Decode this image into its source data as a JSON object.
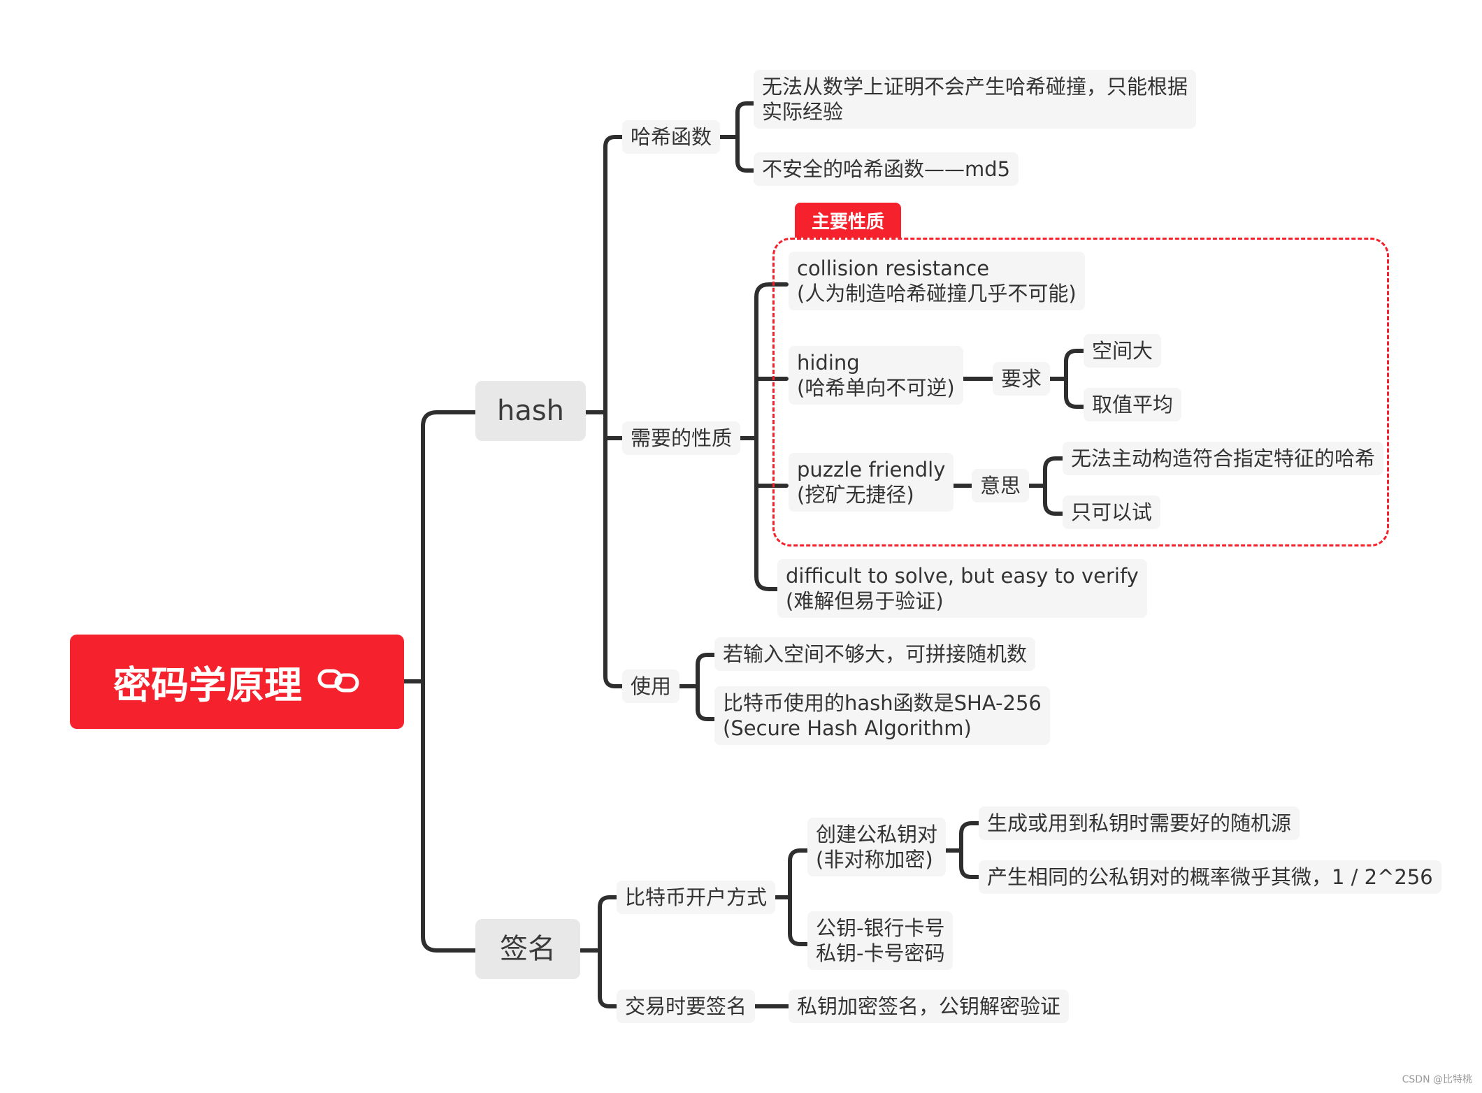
{
  "root": {
    "label": "密码学原理",
    "icon": "link-icon",
    "color": "#f5222d"
  },
  "hash": {
    "label": "hash",
    "hash_func": {
      "label": "哈希函数",
      "children": [
        {
          "lines": [
            "无法从数学上证明不会产生哈希碰撞，只能根据",
            "实际经验"
          ]
        },
        {
          "lines": [
            "不安全的哈希函数——md5"
          ]
        }
      ]
    },
    "properties": {
      "label": "需要的性质",
      "main_tag": "主要性质",
      "collision": {
        "lines": [
          "collision resistance",
          "(人为制造哈希碰撞几乎不可能)"
        ]
      },
      "hiding": {
        "lines": [
          "hiding",
          "(哈希单向不可逆)"
        ],
        "sub": {
          "label": "要求",
          "children": [
            "空间大",
            "取值平均"
          ]
        }
      },
      "puzzle": {
        "lines": [
          "puzzle friendly",
          "(挖矿无捷径)"
        ],
        "sub": {
          "label": "意思",
          "children": [
            "无法主动构造符合指定特征的哈希",
            "只可以试"
          ]
        }
      },
      "difficult": {
        "lines": [
          "difficult to solve, but easy to verify",
          "(难解但易于验证)"
        ]
      }
    },
    "usage": {
      "label": "使用",
      "children": [
        {
          "lines": [
            "若输入空间不够大，可拼接随机数"
          ]
        },
        {
          "lines": [
            "比特币使用的hash函数是SHA-256",
            "(Secure Hash Algorithm)"
          ]
        }
      ]
    }
  },
  "sign": {
    "label": "签名",
    "account": {
      "label": "比特币开户方式",
      "keypair": {
        "lines": [
          "创建公私钥对",
          "(非对称加密)"
        ],
        "children": [
          "生成或用到私钥时需要好的随机源",
          "产生相同的公私钥对的概率微乎其微，1 / 2^256"
        ]
      },
      "analogy": {
        "lines": [
          "公钥-银行卡号",
          "私钥-卡号密码"
        ]
      }
    },
    "transaction": {
      "label": "交易时要签名",
      "child": "私钥加密签名，公钥解密验证"
    }
  },
  "watermark": "CSDN @比特桃",
  "colors": {
    "line": "#2e2e2e",
    "accent": "#f5222d",
    "node_bg": "#f5f5f5",
    "mid_bg": "#e8e8e8"
  }
}
